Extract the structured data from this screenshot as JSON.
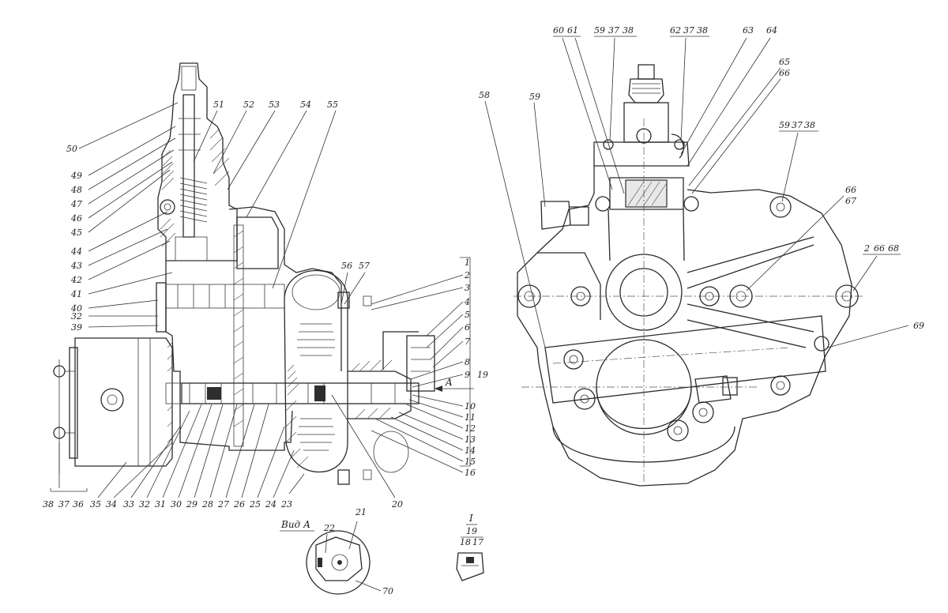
{
  "left_section": {
    "callouts": [
      "50",
      "49",
      "48",
      "47",
      "46",
      "45",
      "44",
      "43",
      "42",
      "41",
      "40",
      "32",
      "39",
      "51",
      "52",
      "53",
      "54",
      "55",
      "56",
      "57",
      "1",
      "2",
      "3",
      "4",
      "5",
      "6",
      "7",
      "8",
      "9",
      "19",
      "10",
      "11",
      "12",
      "13",
      "14",
      "15",
      "16",
      "20",
      "21",
      "22",
      "70",
      "38",
      "37",
      "36",
      "35",
      "34",
      "33",
      "32",
      "31",
      "30",
      "29",
      "28",
      "27",
      "26",
      "25",
      "24",
      "23"
    ],
    "arrow_label": "A"
  },
  "view_a": {
    "caption": "Вид А"
  },
  "detail_i": {
    "title": "I",
    "callouts": [
      "19",
      "18",
      "17"
    ]
  },
  "right_view": {
    "callouts": [
      "60",
      "61",
      "59",
      "37",
      "38",
      "62",
      "37",
      "38",
      "63",
      "64",
      "65",
      "66",
      "58",
      "59",
      "59",
      "37",
      "38",
      "66",
      "67",
      "2",
      "66",
      "68",
      "69"
    ]
  }
}
